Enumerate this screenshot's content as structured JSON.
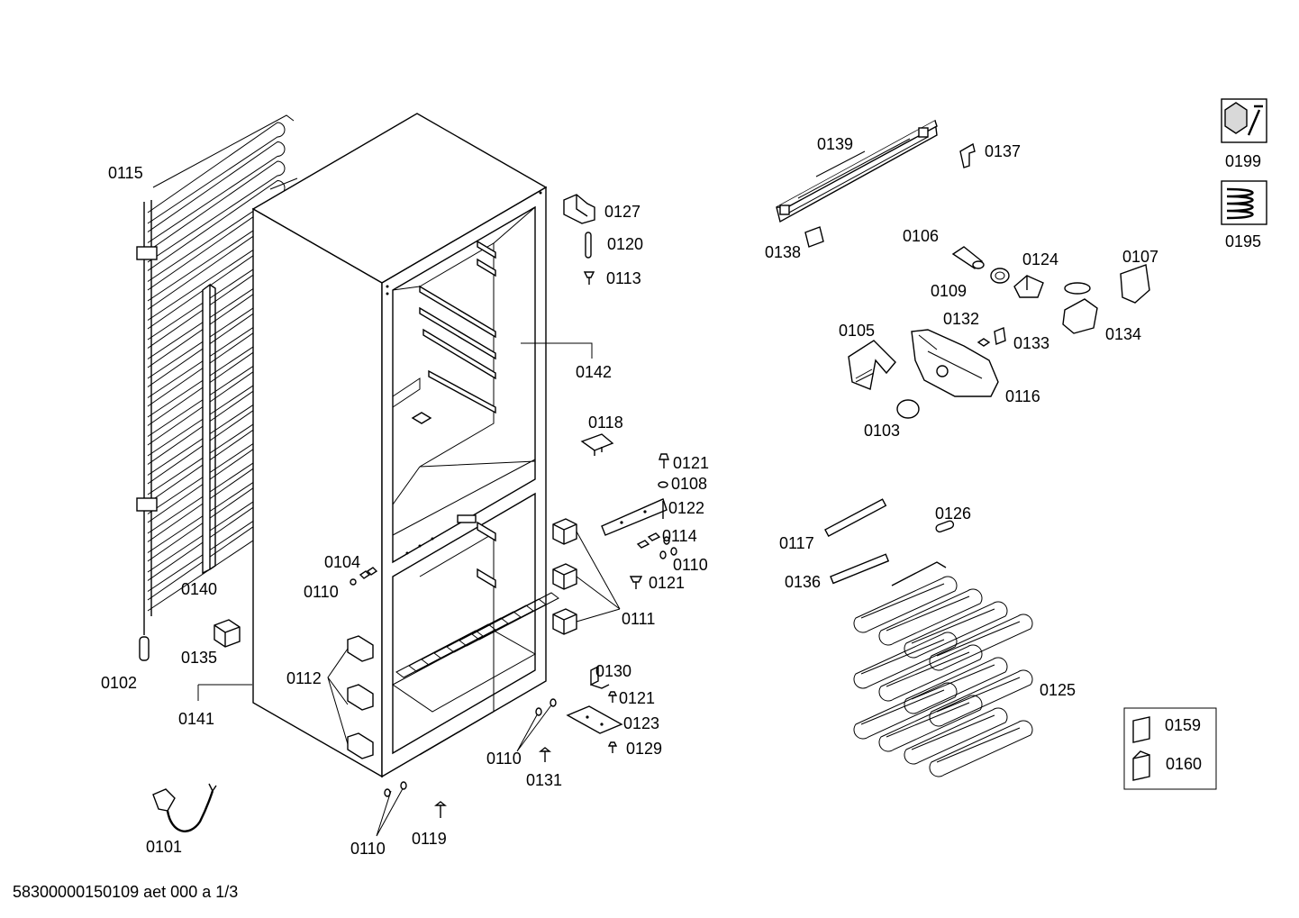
{
  "footer": {
    "document_code": "58300000150109 aet 000 a 1/3"
  },
  "callouts": [
    {
      "id": "0115",
      "label": "0115"
    },
    {
      "id": "0140",
      "label": "0140"
    },
    {
      "id": "0102",
      "label": "0102"
    },
    {
      "id": "0135",
      "label": "0135"
    },
    {
      "id": "0141",
      "label": "0141"
    },
    {
      "id": "0101",
      "label": "0101"
    },
    {
      "id": "0112",
      "label": "0112"
    },
    {
      "id": "0104",
      "label": "0104"
    },
    {
      "id": "0110a",
      "label": "0110"
    },
    {
      "id": "0110b",
      "label": "0110"
    },
    {
      "id": "0119",
      "label": "0119"
    },
    {
      "id": "0110c",
      "label": "0110"
    },
    {
      "id": "0131",
      "label": "0131"
    },
    {
      "id": "0127",
      "label": "0127"
    },
    {
      "id": "0120",
      "label": "0120"
    },
    {
      "id": "0113",
      "label": "0113"
    },
    {
      "id": "0142",
      "label": "0142"
    },
    {
      "id": "0118",
      "label": "0118"
    },
    {
      "id": "0121a",
      "label": "0121"
    },
    {
      "id": "0108",
      "label": "0108"
    },
    {
      "id": "0122",
      "label": "0122"
    },
    {
      "id": "0114",
      "label": "0114"
    },
    {
      "id": "0110d",
      "label": "0110"
    },
    {
      "id": "0121b",
      "label": "0121"
    },
    {
      "id": "0111",
      "label": "0111"
    },
    {
      "id": "0130",
      "label": "0130"
    },
    {
      "id": "0121c",
      "label": "0121"
    },
    {
      "id": "0123",
      "label": "0123"
    },
    {
      "id": "0129",
      "label": "0129"
    },
    {
      "id": "0139",
      "label": "0139"
    },
    {
      "id": "0137",
      "label": "0137"
    },
    {
      "id": "0138",
      "label": "0138"
    },
    {
      "id": "0106",
      "label": "0106"
    },
    {
      "id": "0124",
      "label": "0124"
    },
    {
      "id": "0107",
      "label": "0107"
    },
    {
      "id": "0109",
      "label": "0109"
    },
    {
      "id": "0132",
      "label": "0132"
    },
    {
      "id": "0133",
      "label": "0133"
    },
    {
      "id": "0134",
      "label": "0134"
    },
    {
      "id": "0105",
      "label": "0105"
    },
    {
      "id": "0116",
      "label": "0116"
    },
    {
      "id": "0103",
      "label": "0103"
    },
    {
      "id": "0126",
      "label": "0126"
    },
    {
      "id": "0117",
      "label": "0117"
    },
    {
      "id": "0136",
      "label": "0136"
    },
    {
      "id": "0125",
      "label": "0125"
    },
    {
      "id": "0199",
      "label": "0199"
    },
    {
      "id": "0195",
      "label": "0195"
    },
    {
      "id": "0159",
      "label": "0159"
    },
    {
      "id": "0160",
      "label": "0160"
    }
  ],
  "icons": {
    "service_icon": "wrench-nut-icon",
    "kit_icon": "coil-kit-icon",
    "doc_icon": "document-icon"
  }
}
